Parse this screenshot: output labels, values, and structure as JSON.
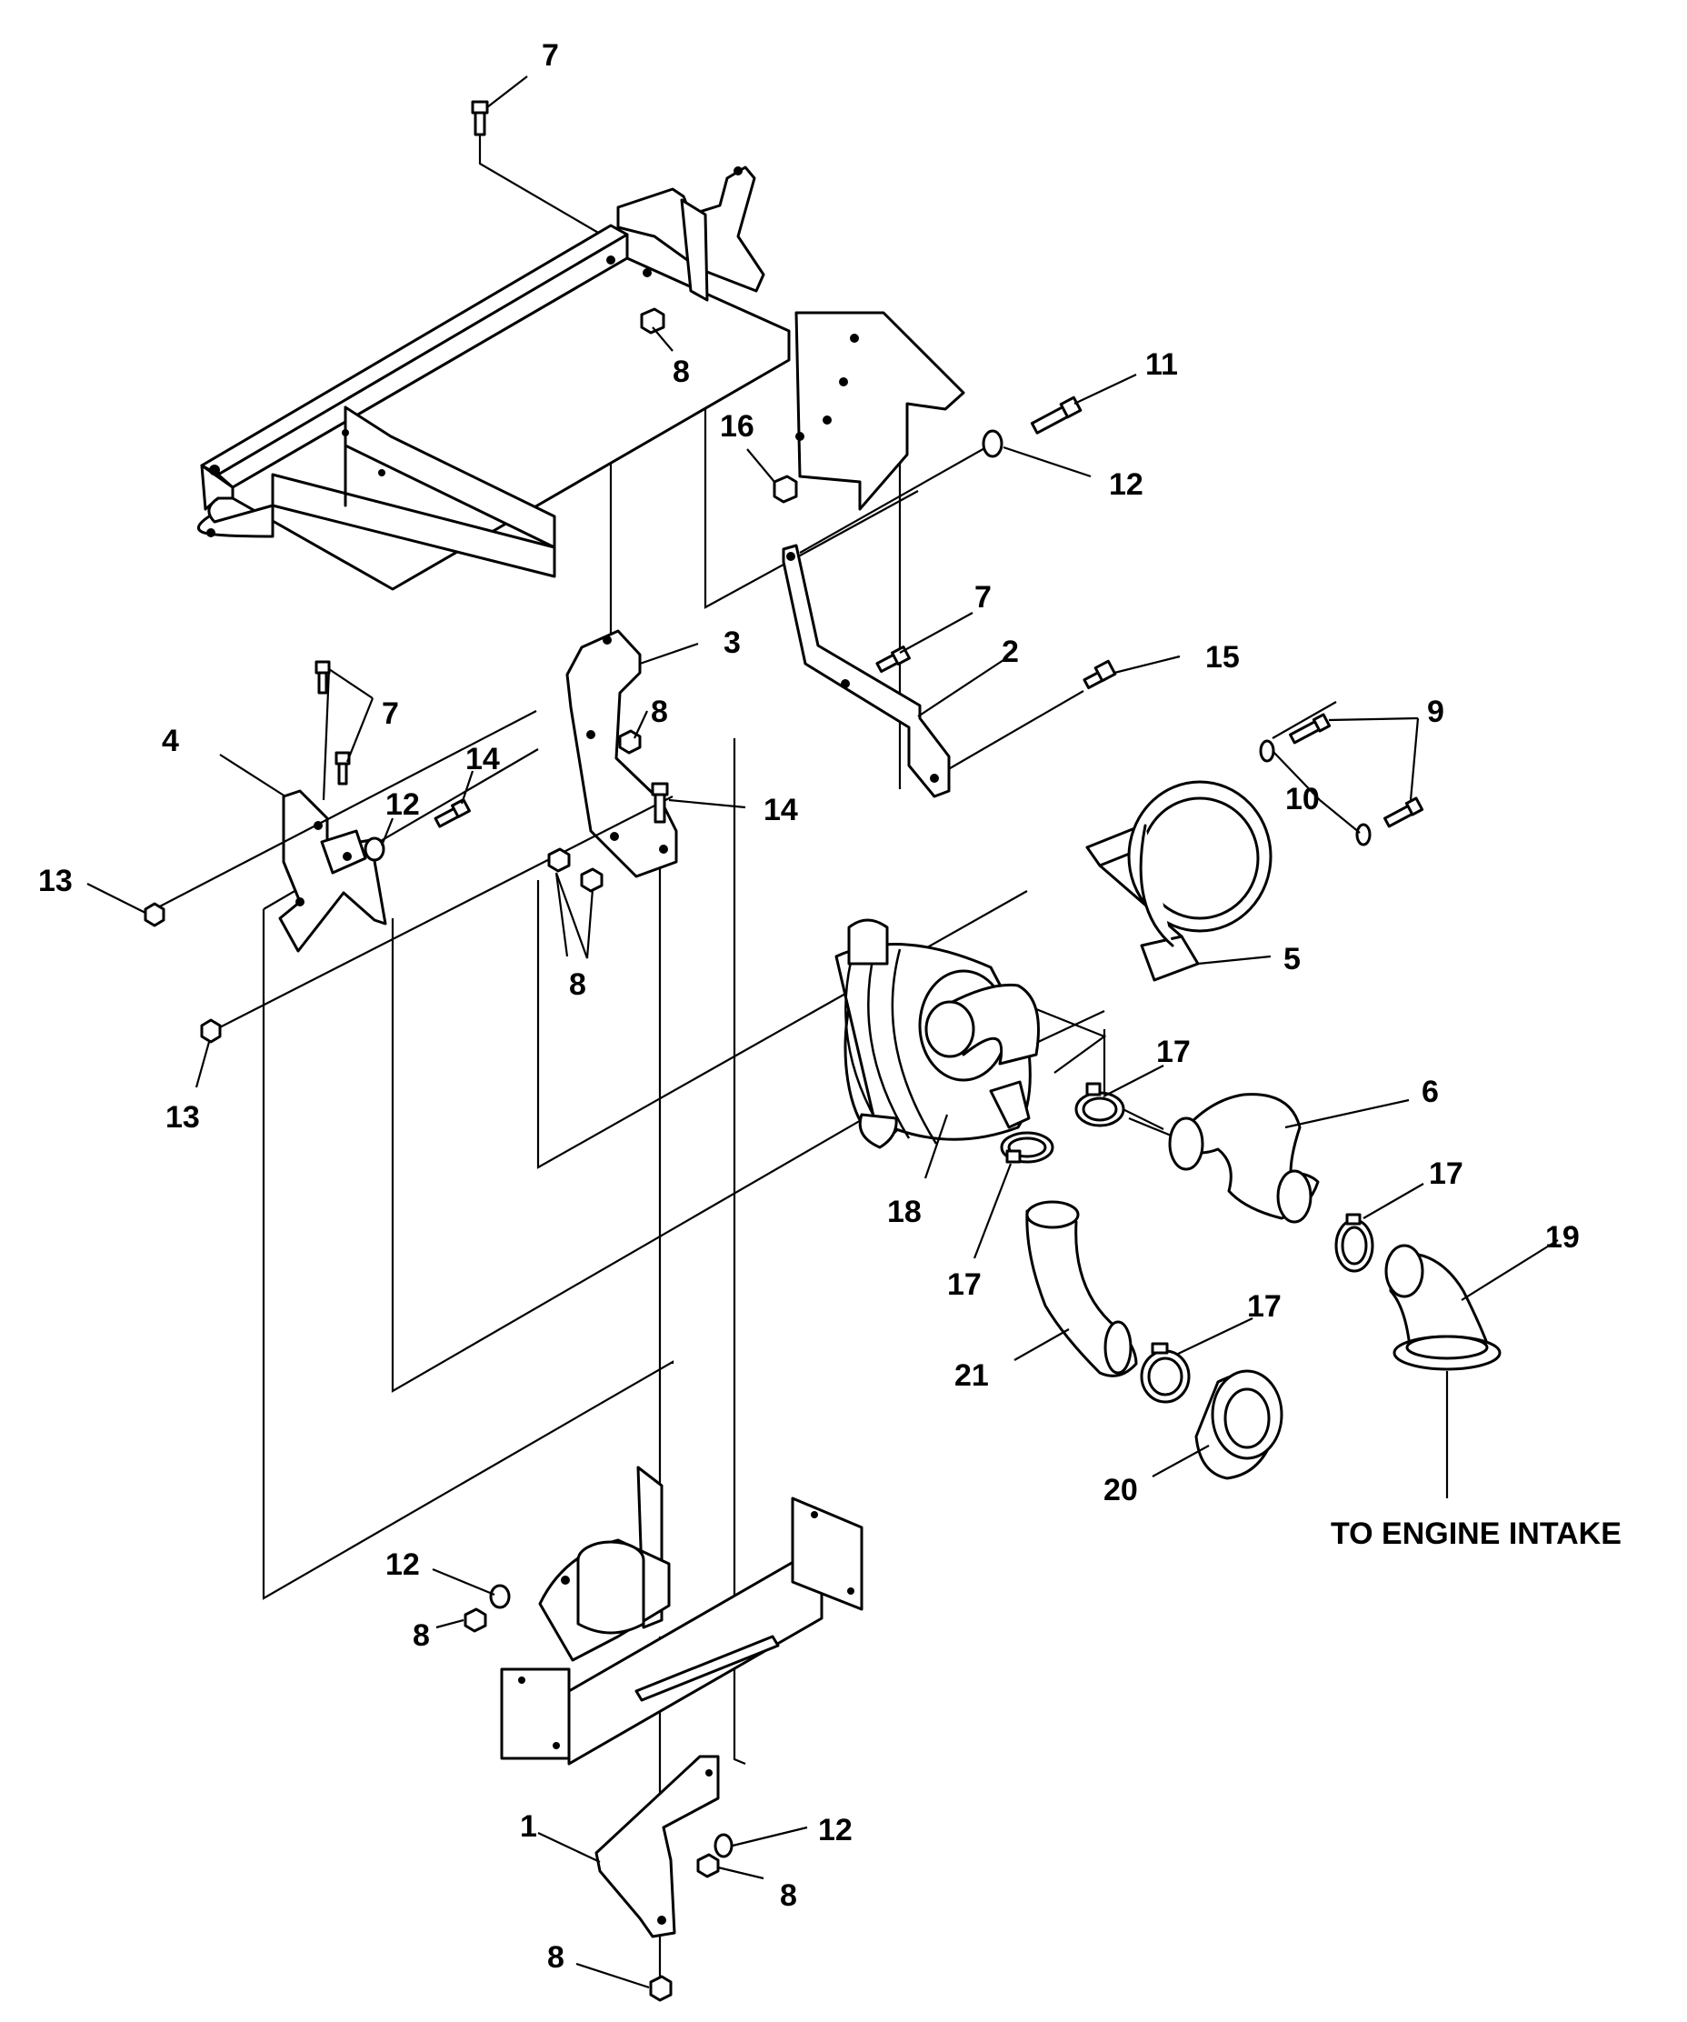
{
  "callouts": [
    {
      "id": "c7a",
      "label": "7"
    },
    {
      "id": "c8a",
      "label": "8"
    },
    {
      "id": "c11",
      "label": "11"
    },
    {
      "id": "c12a",
      "label": "12"
    },
    {
      "id": "c16",
      "label": "16"
    },
    {
      "id": "c3",
      "label": "3"
    },
    {
      "id": "c7b",
      "label": "7"
    },
    {
      "id": "c2",
      "label": "2"
    },
    {
      "id": "c15",
      "label": "15"
    },
    {
      "id": "c7c",
      "label": "7"
    },
    {
      "id": "c8b",
      "label": "8"
    },
    {
      "id": "c4",
      "label": "4"
    },
    {
      "id": "c14a",
      "label": "14"
    },
    {
      "id": "c12b",
      "label": "12"
    },
    {
      "id": "c9",
      "label": "9"
    },
    {
      "id": "c10",
      "label": "10"
    },
    {
      "id": "c14b",
      "label": "14"
    },
    {
      "id": "c13a",
      "label": "13"
    },
    {
      "id": "c5",
      "label": "5"
    },
    {
      "id": "c8c",
      "label": "8"
    },
    {
      "id": "c13b",
      "label": "13"
    },
    {
      "id": "c17a",
      "label": "17"
    },
    {
      "id": "c6",
      "label": "6"
    },
    {
      "id": "c18",
      "label": "18"
    },
    {
      "id": "c17b",
      "label": "17"
    },
    {
      "id": "c17c",
      "label": "17"
    },
    {
      "id": "c19",
      "label": "19"
    },
    {
      "id": "c17d",
      "label": "17"
    },
    {
      "id": "c21",
      "label": "21"
    },
    {
      "id": "c20",
      "label": "20"
    },
    {
      "id": "c12c",
      "label": "12"
    },
    {
      "id": "c8d",
      "label": "8"
    },
    {
      "id": "c1",
      "label": "1"
    },
    {
      "id": "c12d",
      "label": "12"
    },
    {
      "id": "c8e",
      "label": "8"
    },
    {
      "id": "c8f",
      "label": "8"
    }
  ],
  "note": "TO ENGINE INTAKE"
}
